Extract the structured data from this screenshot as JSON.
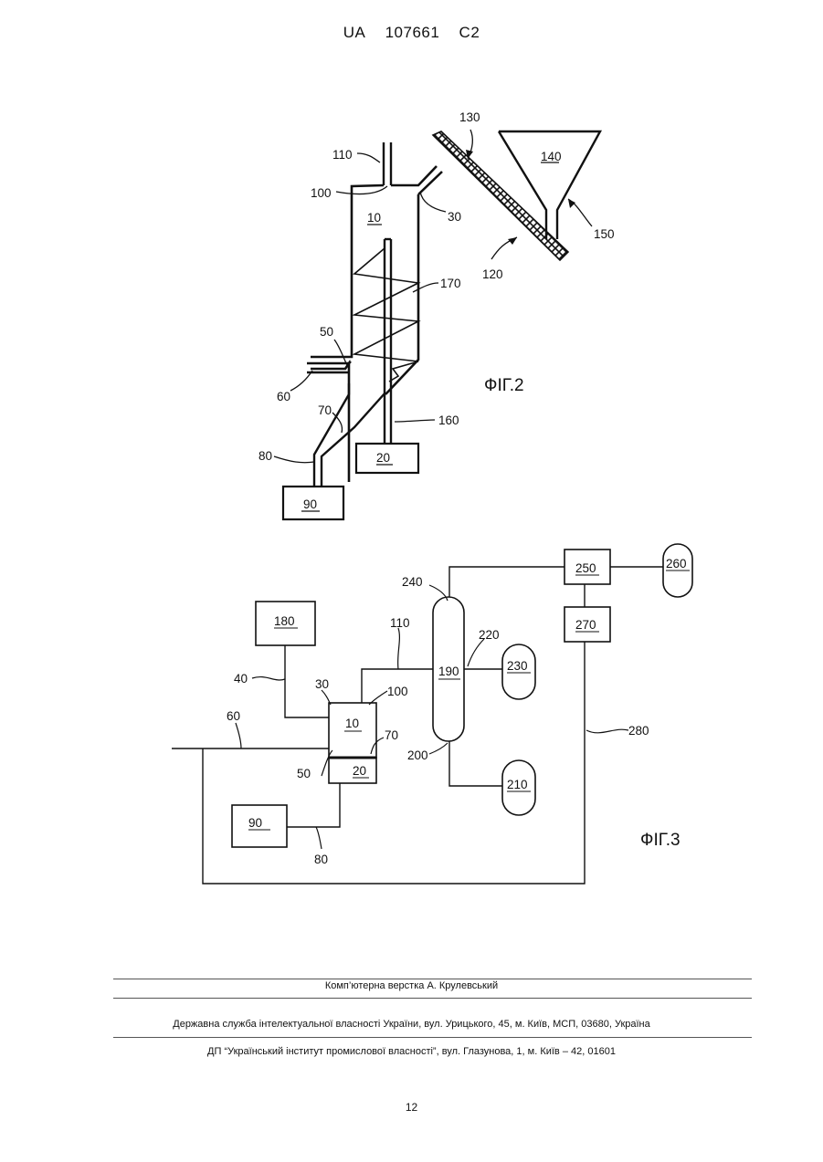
{
  "header": {
    "country": "UA",
    "number": "107661",
    "kind": "C2"
  },
  "fig2": {
    "title": "ФІГ.2",
    "labels": {
      "l110": "110",
      "l100": "100",
      "l10": "10",
      "l30": "30",
      "l130": "130",
      "l140": "140",
      "l150": "150",
      "l120": "120",
      "l170": "170",
      "l50": "50",
      "l60": "60",
      "l70": "70",
      "l160": "160",
      "l80": "80",
      "l20": "20",
      "l90": "90"
    }
  },
  "fig3": {
    "title": "ФІГ.3",
    "labels": {
      "l180": "180",
      "l40": "40",
      "l30": "30",
      "l110": "110",
      "l100": "100",
      "l10": "10",
      "l60": "60",
      "l70": "70",
      "l50": "50",
      "l20": "20",
      "l90": "90",
      "l80": "80",
      "l190": "190",
      "l240": "240",
      "l220": "220",
      "l230": "230",
      "l200": "200",
      "l210": "210",
      "l250": "250",
      "l260": "260",
      "l270": "270",
      "l280": "280"
    }
  },
  "footer": {
    "layout_credit": "Комп’ютерна верстка А. Крулевський",
    "agency": "Державна служба інтелектуальної власності України, вул. Урицького, 45, м. Київ, МСП, 03680, Україна",
    "publisher": "ДП “Український інститут промислової власності”, вул. Глазунова, 1, м. Київ – 42, 01601"
  },
  "page_number": "12"
}
